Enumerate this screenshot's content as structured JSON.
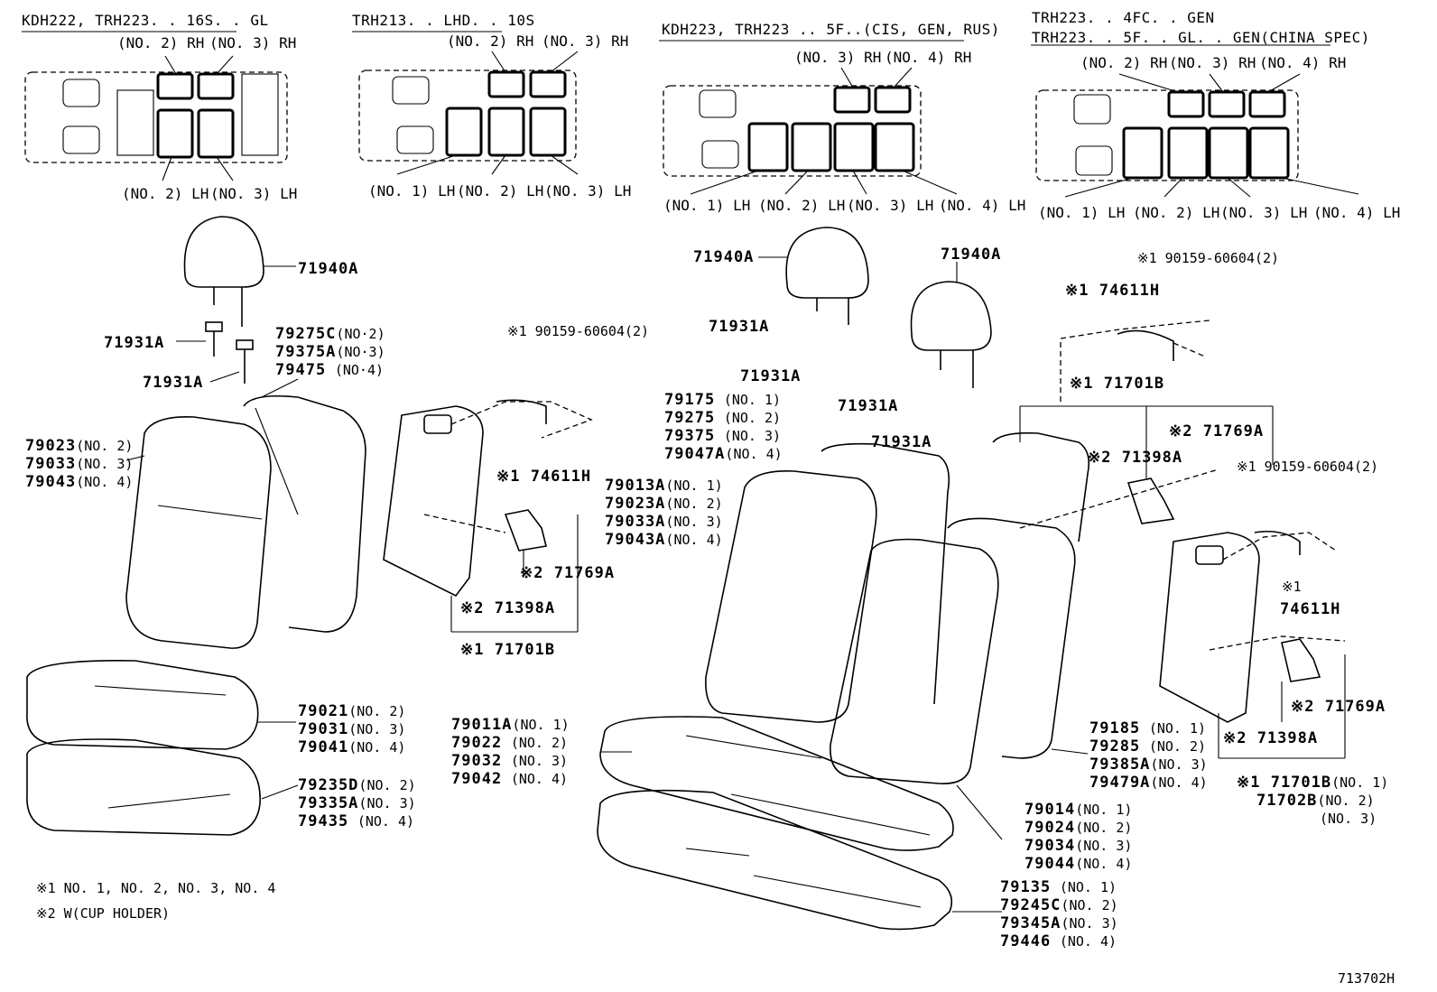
{
  "diagram_code": "713702H",
  "layouts": [
    {
      "header_lines": [
        "KDH222, TRH223. . 16S. . GL"
      ],
      "rh_labels": [
        "(NO. 2) RH",
        "(NO. 3) RH"
      ],
      "lh_labels": [
        "(NO. 2) LH",
        "(NO. 3) LH"
      ]
    },
    {
      "header_lines": [
        "TRH213. . LHD. . 10S"
      ],
      "rh_labels": [
        "(NO. 2) RH",
        "(NO. 3) RH"
      ],
      "lh_labels": [
        "(NO. 1) LH",
        "(NO. 2) LH",
        "(NO. 3) LH"
      ]
    },
    {
      "header_lines": [
        "KDH223, TRH223 .. 5F..(CIS, GEN, RUS)"
      ],
      "rh_labels": [
        "(NO. 3) RH",
        "(NO. 4) RH"
      ],
      "lh_labels": [
        "(NO. 1) LH",
        "(NO. 2) LH",
        "(NO. 3) LH",
        "(NO. 4) LH"
      ]
    },
    {
      "header_lines": [
        "TRH223. . 4FC. . GEN",
        "TRH223. . 5F. . GL. . GEN(CHINA SPEC)"
      ],
      "rh_labels": [
        "(NO. 2) RH",
        "(NO. 3) RH",
        "(NO. 4) RH"
      ],
      "lh_labels": [
        "(NO. 1) LH",
        "(NO. 2) LH",
        "(NO. 3) LH",
        "(NO. 4) LH"
      ]
    }
  ],
  "parts": {
    "headrest_left": "71940A",
    "support_left_1": "71931A",
    "support_left_2": "71931A",
    "back_cover_left": [
      {
        "pn": "79275C",
        "note": "(NO·2)"
      },
      {
        "pn": "79375A",
        "note": "(NO·3)"
      },
      {
        "pn": "79475",
        "note": "(NO·4)"
      }
    ],
    "back_assy_left": [
      {
        "pn": "79023",
        "note": "(NO. 2)"
      },
      {
        "pn": "79033",
        "note": "(NO. 3)"
      },
      {
        "pn": "79043",
        "note": "(NO. 4)"
      }
    ],
    "cushion_left": [
      {
        "pn": "79021",
        "note": "(NO. 2)"
      },
      {
        "pn": "79031",
        "note": "(NO. 3)"
      },
      {
        "pn": "79041",
        "note": "(NO. 4)"
      }
    ],
    "cushion_cover_left": [
      {
        "pn": "79235D",
        "note": "(NO. 2)"
      },
      {
        "pn": "79335A",
        "note": "(NO. 3)"
      },
      {
        "pn": "79435",
        "note": "(NO. 4)"
      }
    ],
    "screw_left": "※1 90159-60604(2)",
    "handle_left": "※1 74611H",
    "cupholder_screw_left": "※2 71769A",
    "cupholder_left": "※2 71398A",
    "board_left": "※1 71701B",
    "headrest_center": "71940A",
    "headrest_right": "71940A",
    "support_center_1": "71931A",
    "support_center_2": "71931A",
    "support_right_1": "71931A",
    "support_right_2": "71931A",
    "back_pad_center": [
      {
        "pn": "79175",
        "note": "(NO. 1)"
      },
      {
        "pn": "79275",
        "note": "(NO. 2)"
      },
      {
        "pn": "79375",
        "note": "(NO. 3)"
      },
      {
        "pn": "79047A",
        "note": "(NO. 4)"
      }
    ],
    "back_assy_center": [
      {
        "pn": "79013A",
        "note": "(NO. 1)"
      },
      {
        "pn": "79023A",
        "note": "(NO. 2)"
      },
      {
        "pn": "79033A",
        "note": "(NO. 3)"
      },
      {
        "pn": "79043A",
        "note": "(NO. 4)"
      }
    ],
    "cushion_center": [
      {
        "pn": "79011A",
        "note": "(NO. 1)"
      },
      {
        "pn": "79022",
        "note": "(NO. 2)"
      },
      {
        "pn": "79032",
        "note": "(NO. 3)"
      },
      {
        "pn": "79042",
        "note": "(NO. 4)"
      }
    ],
    "cushion_assy_center": [
      {
        "pn": "79014",
        "note": "(NO. 1)"
      },
      {
        "pn": "79024",
        "note": "(NO. 2)"
      },
      {
        "pn": "79034",
        "note": "(NO. 3)"
      },
      {
        "pn": "79044",
        "note": "(NO. 4)"
      }
    ],
    "cushion_cover_center": [
      {
        "pn": "79135",
        "note": "(NO. 1)"
      },
      {
        "pn": "79245C",
        "note": "(NO. 2)"
      },
      {
        "pn": "79345A",
        "note": "(NO. 3)"
      },
      {
        "pn": "79446",
        "note": "(NO. 4)"
      }
    ],
    "back_cover_right": [
      {
        "pn": "79185",
        "note": "(NO. 1)"
      },
      {
        "pn": "79285",
        "note": "(NO. 2)"
      },
      {
        "pn": "79385A",
        "note": "(NO. 3)"
      },
      {
        "pn": "79479A",
        "note": "(NO. 4)"
      }
    ],
    "screw_right_top": "※1 90159-60604(2)",
    "handle_right_top": "※1 74611H",
    "board_right_top": "※1 71701B",
    "cupholder_screw_right_top": "※2 71769A",
    "cupholder_right_top": "※2 71398A",
    "screw_right_mid": "※1 90159-60604(2)",
    "handle_right_mid_a": "※1",
    "handle_right_mid_b": "74611H",
    "cupholder_screw_right_low": "※2 71769A",
    "cupholder_right_low": "※2 71398A",
    "board_right_low": [
      {
        "pn": "※1 71701B",
        "note": "(NO. 1)"
      },
      {
        "pn": "71702B",
        "note": "(NO. 2)"
      },
      {
        "pn": "",
        "note": "(NO. 3)"
      }
    ]
  },
  "footnotes": [
    "※1  NO. 1, NO. 2, NO. 3, NO. 4",
    "※2  W(CUP  HOLDER)"
  ]
}
